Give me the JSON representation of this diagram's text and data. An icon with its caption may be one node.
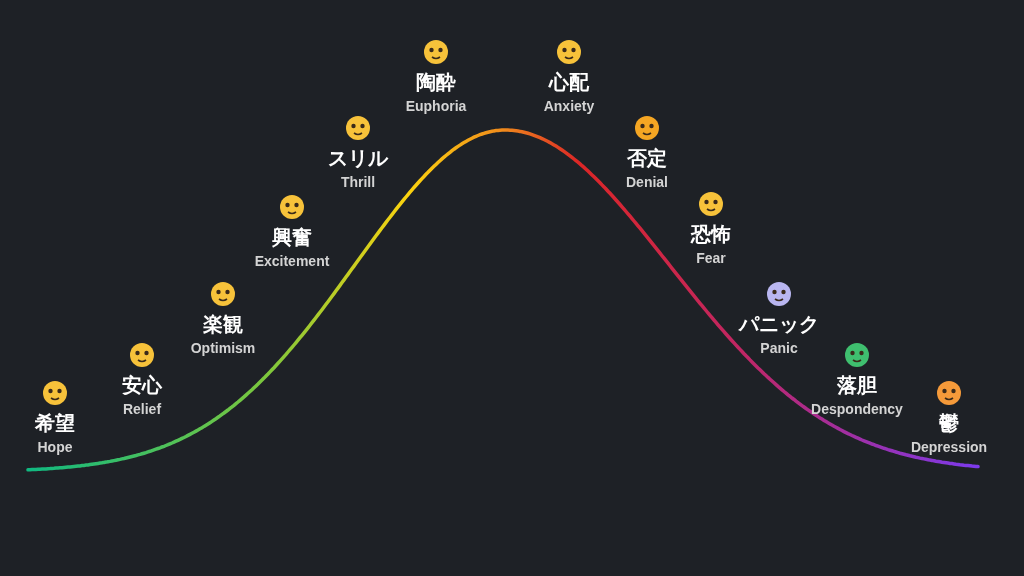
{
  "diagram": {
    "labels": [
      "希望",
      "Hope",
      "安心",
      "Relief",
      "楽観",
      "Optimism",
      "興奮",
      "Excitement",
      "スリル",
      "Thrill",
      "陶酔",
      "Euphoria",
      "心配",
      "Anxiety",
      "否定",
      "Denial",
      "恐怖",
      "Fear",
      "パニック",
      "Panic",
      "落胆",
      "Despondency",
      "鬱",
      "Depression"
    ]
  }
}
